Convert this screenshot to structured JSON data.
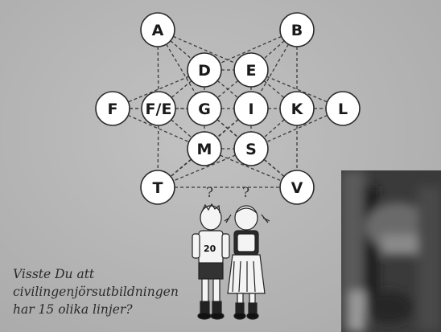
{
  "diagram": {
    "nodes": [
      {
        "id": "A",
        "label": "A"
      },
      {
        "id": "B",
        "label": "B"
      },
      {
        "id": "D",
        "label": "D"
      },
      {
        "id": "E",
        "label": "E"
      },
      {
        "id": "F",
        "label": "F"
      },
      {
        "id": "FE",
        "label": "F/E"
      },
      {
        "id": "G",
        "label": "G"
      },
      {
        "id": "I",
        "label": "I"
      },
      {
        "id": "K",
        "label": "K"
      },
      {
        "id": "L",
        "label": "L"
      },
      {
        "id": "M",
        "label": "M"
      },
      {
        "id": "S",
        "label": "S"
      },
      {
        "id": "T",
        "label": "T"
      },
      {
        "id": "V",
        "label": "V"
      }
    ],
    "edges": [
      [
        "A",
        "D"
      ],
      [
        "A",
        "E"
      ],
      [
        "A",
        "FE"
      ],
      [
        "A",
        "G"
      ],
      [
        "B",
        "D"
      ],
      [
        "B",
        "E"
      ],
      [
        "B",
        "K"
      ],
      [
        "B",
        "I"
      ],
      [
        "D",
        "E"
      ],
      [
        "D",
        "G"
      ],
      [
        "D",
        "FE"
      ],
      [
        "D",
        "F"
      ],
      [
        "D",
        "I"
      ],
      [
        "E",
        "I"
      ],
      [
        "E",
        "K"
      ],
      [
        "E",
        "L"
      ],
      [
        "E",
        "G"
      ],
      [
        "F",
        "FE"
      ],
      [
        "F",
        "M"
      ],
      [
        "F",
        "G"
      ],
      [
        "FE",
        "G"
      ],
      [
        "FE",
        "T"
      ],
      [
        "FE",
        "M"
      ],
      [
        "G",
        "I"
      ],
      [
        "G",
        "M"
      ],
      [
        "G",
        "S"
      ],
      [
        "G",
        "V"
      ],
      [
        "I",
        "K"
      ],
      [
        "I",
        "M"
      ],
      [
        "I",
        "S"
      ],
      [
        "I",
        "T"
      ],
      [
        "K",
        "L"
      ],
      [
        "K",
        "S"
      ],
      [
        "K",
        "V"
      ],
      [
        "L",
        "S"
      ],
      [
        "M",
        "S"
      ],
      [
        "M",
        "T"
      ],
      [
        "M",
        "V"
      ],
      [
        "S",
        "T"
      ],
      [
        "S",
        "V"
      ],
      [
        "T",
        "V"
      ]
    ]
  },
  "illustration": {
    "question_marks": [
      "?",
      "?"
    ],
    "jersey_number": "20"
  },
  "caption": {
    "lines": [
      "Visste Du att",
      "civilingenjörsutbildningen",
      "har 15 olika linjer?"
    ]
  }
}
